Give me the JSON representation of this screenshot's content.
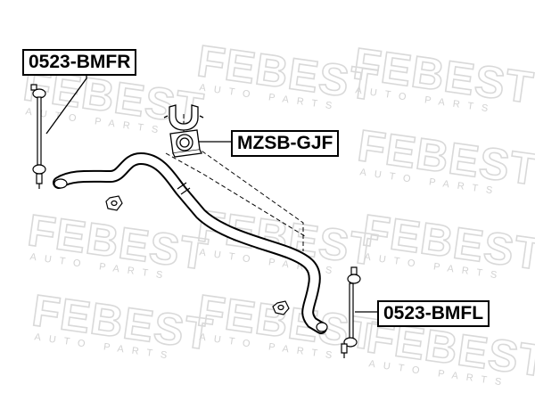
{
  "watermark": {
    "brand": "FEBEST",
    "tagline": "AUTO PARTS"
  },
  "labels": {
    "part_1": "0523-BMFR",
    "part_2": "MZSB-GJF",
    "part_3": "0523-BMFL"
  },
  "colors": {
    "line": "#000000",
    "watermark": "#d9d9d9",
    "background": "#ffffff"
  }
}
